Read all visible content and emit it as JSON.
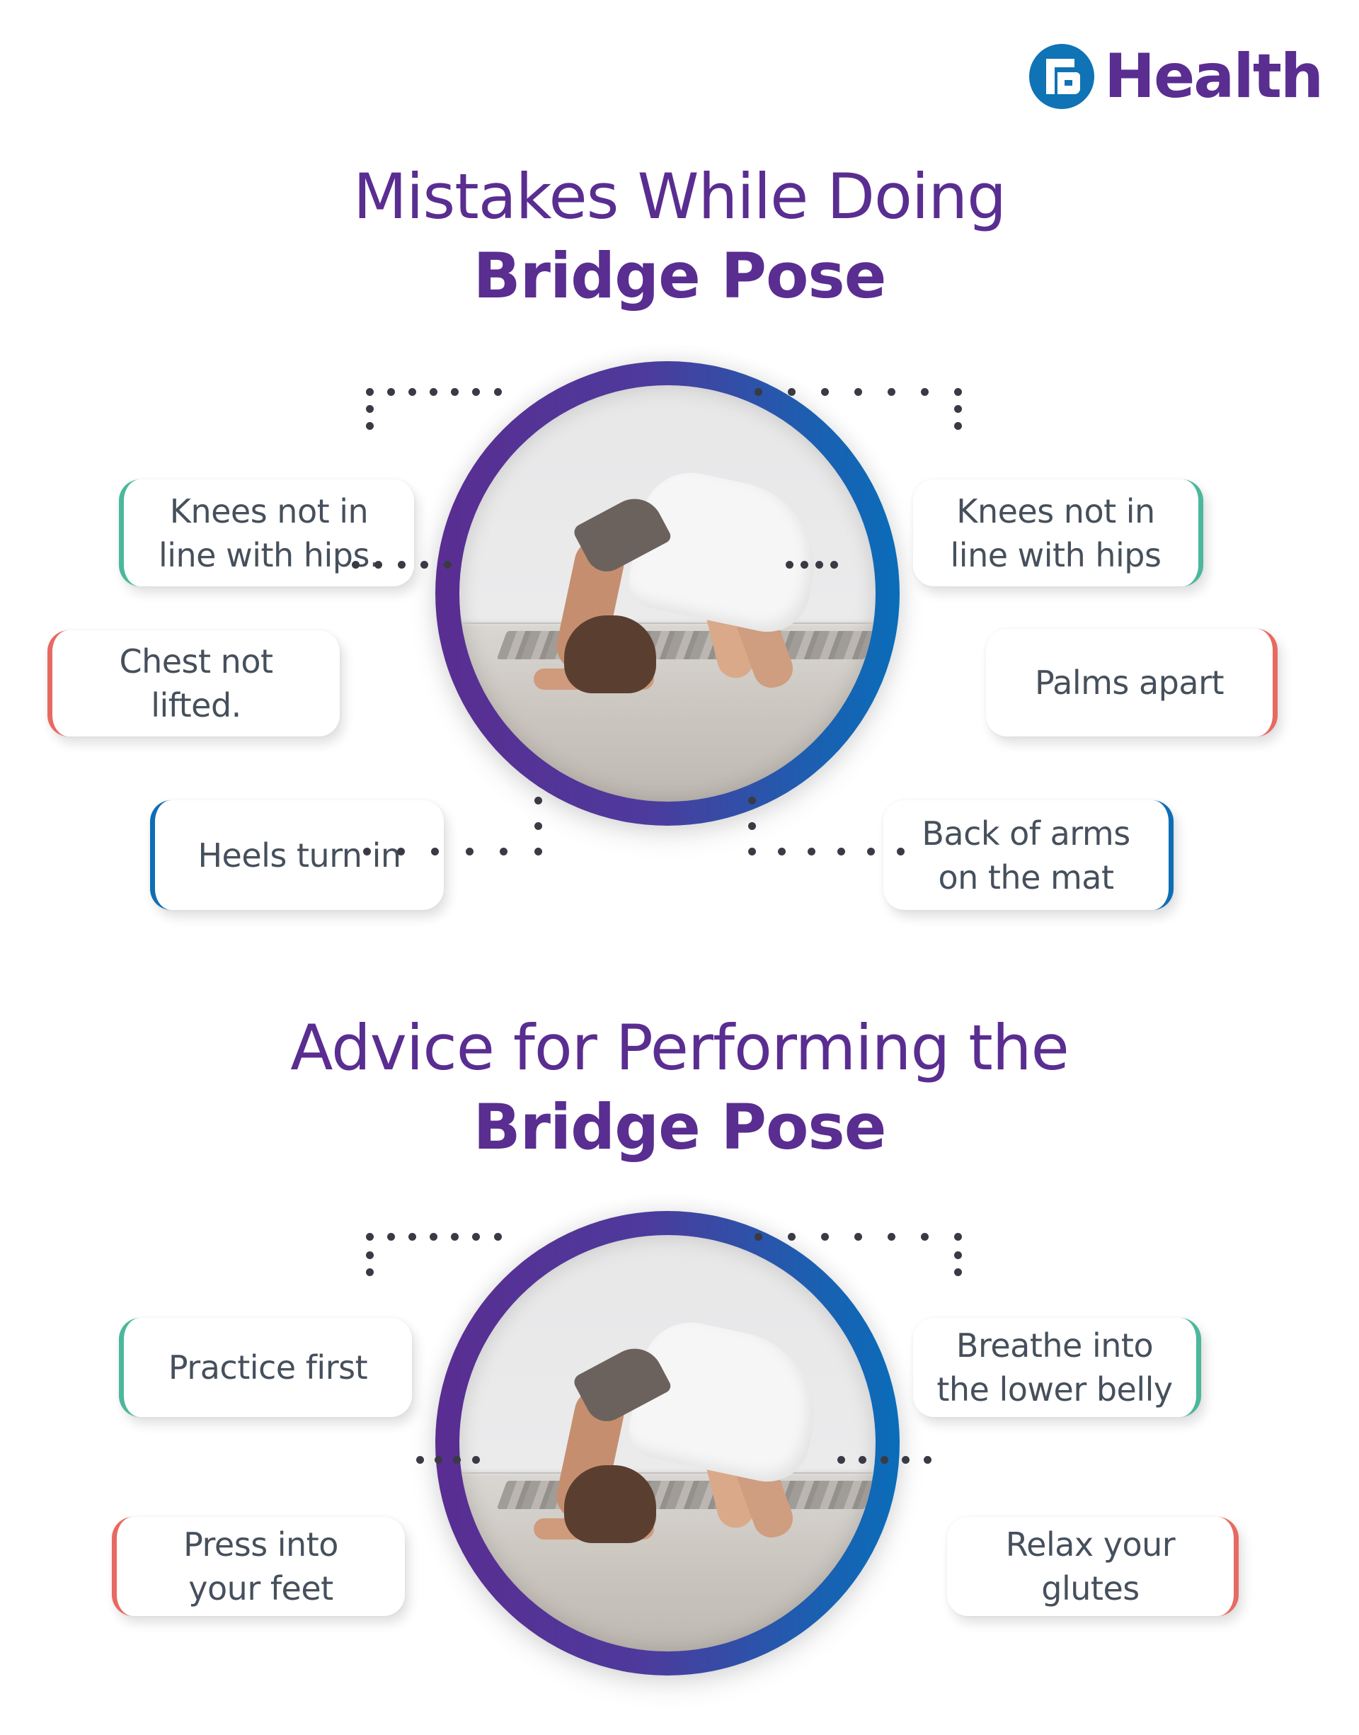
{
  "brand": {
    "logo_letter": "B",
    "name": "Health",
    "colors": {
      "primary_purple": "#5a2d91",
      "logo_blue": "#0f73b5"
    }
  },
  "sections": [
    {
      "title_line1": "Mistakes While Doing",
      "title_line2": "Bridge Pose",
      "image_alt": "Woman performing a wheel/bridge yoga pose on a mat",
      "items": [
        {
          "text": "Knees not in line with hips.",
          "side": "left",
          "accent": "#4cb79c"
        },
        {
          "text": "Chest not lifted.",
          "side": "left",
          "accent": "#e66a61"
        },
        {
          "text": "Heels turn in",
          "side": "left",
          "accent": "#0f6db6"
        },
        {
          "text": "Knees not in line with hips",
          "side": "right",
          "accent": "#4cb79c"
        },
        {
          "text": "Palms apart",
          "side": "right",
          "accent": "#e66a61"
        },
        {
          "text": "Back of arms on the mat",
          "side": "right",
          "accent": "#0f6db6"
        }
      ]
    },
    {
      "title_line1": "Advice for Performing the",
      "title_line2": "Bridge Pose",
      "image_alt": "Woman performing a wheel/bridge yoga pose on a mat",
      "items": [
        {
          "text": "Practice first",
          "side": "left",
          "accent": "#4cb79c"
        },
        {
          "text": "Press into your feet",
          "side": "left",
          "accent": "#e66a61"
        },
        {
          "text": "Breathe into the lower belly",
          "side": "right",
          "accent": "#4cb79c"
        },
        {
          "text": "Relax your glutes",
          "side": "right",
          "accent": "#e66a61"
        }
      ]
    }
  ],
  "colors": {
    "title": "#5a2d91",
    "card_text": "#46505c",
    "accent_teal": "#4cb79c",
    "accent_red": "#e66a61",
    "accent_blue": "#0f6db6",
    "ring_gradient_start": "#5a2d91",
    "ring_gradient_end": "#0a6db9",
    "connector_dots": "#3a3a44"
  }
}
